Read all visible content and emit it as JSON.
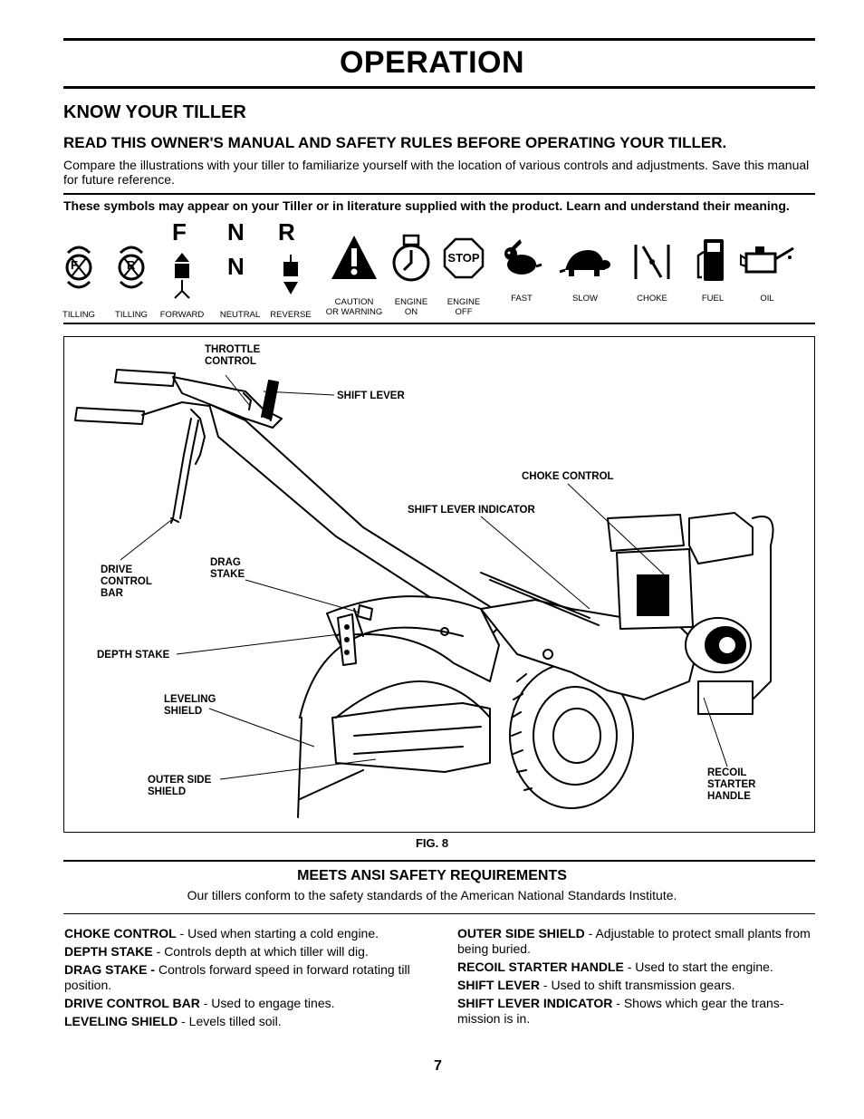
{
  "header": {
    "title": "OPERATION"
  },
  "section": {
    "heading": "KNOW YOUR TILLER",
    "subheading": "READ THIS OWNER'S MANUAL AND SAFETY RULES BEFORE OPERATING YOUR TILLER.",
    "intro": "Compare the illustrations with your tiller to familiarize yourself with the location of various controls and adjustments. Save this manual for future reference."
  },
  "symbols": {
    "intro": "These symbols  may appear on your Tiller or in literature supplied with the product.  Learn and understand their meaning.",
    "items": [
      {
        "label": "TILLING",
        "icon": "tilling-forward-icon"
      },
      {
        "label": "TILLING",
        "icon": "tilling-reverse-icon"
      },
      {
        "label": "FORWARD",
        "icon": "forward-icon"
      },
      {
        "label": "NEUTRAL",
        "icon": "neutral-icon"
      },
      {
        "label": "REVERSE",
        "icon": "reverse-icon"
      },
      {
        "label": "CAUTION\nOR WARNING",
        "icon": "warning-icon"
      },
      {
        "label": "ENGINE\nON",
        "icon": "engine-on-icon"
      },
      {
        "label": "ENGINE\nOFF",
        "icon": "engine-off-icon"
      },
      {
        "label": "FAST",
        "icon": "rabbit-icon"
      },
      {
        "label": "SLOW",
        "icon": "turtle-icon"
      },
      {
        "label": "CHOKE",
        "icon": "choke-icon"
      },
      {
        "label": "FUEL",
        "icon": "fuel-icon"
      },
      {
        "label": "OIL",
        "icon": "oil-icon"
      }
    ],
    "glyphs": {
      "f": "F",
      "n": "N",
      "r": "R",
      "stop": "STOP"
    }
  },
  "figure": {
    "caption": "FIG. 8",
    "callouts": {
      "throttle": "THROTTLE\nCONTROL",
      "shift_lever": "SHIFT LEVER",
      "choke_control": "CHOKE CONTROL",
      "shift_indicator": "SHIFT LEVER INDICATOR",
      "drive_bar": "DRIVE\nCONTROL\nBAR",
      "drag_stake": "DRAG\nSTAKE",
      "depth_stake": "DEPTH STAKE",
      "leveling_shield": "LEVELING\nSHIELD",
      "outer_shield": "OUTER SIDE\nSHIELD",
      "recoil": "RECOIL\nSTARTER\nHANDLE"
    }
  },
  "ansi": {
    "title": "MEETS ANSI SAFETY REQUIREMENTS",
    "text": "Our tillers conform to the safety standards of the American National Standards Institute."
  },
  "glossary": {
    "left": [
      {
        "term": "CHOKE CONTROL",
        "def": " - Used  when starting a cold engine."
      },
      {
        "term": "DEPTH STAKE",
        "def": " - Controls depth at which tiller will dig."
      },
      {
        "term": "DRAG STAKE -",
        "def": " Controls forward speed in forward rotating till position."
      },
      {
        "term": "DRIVE CONTROL BAR",
        "def": " - Used to engage tines."
      },
      {
        "term": "LEVELING SHIELD",
        "def": " - Levels tilled soil."
      }
    ],
    "right": [
      {
        "term": "OUTER SIDE SHIELD",
        "def": " - Adjustable to protect small plants from being buried."
      },
      {
        "term": "RECOIL STARTER HANDLE",
        "def": " - Used to start the engine."
      },
      {
        "term": "SHIFT LEVER",
        "def": " - Used to shift transmission gears."
      },
      {
        "term": "SHIFT LEVER INDICATOR",
        "def": " - Shows which gear the trans-mission is in."
      }
    ]
  },
  "page_number": "7"
}
